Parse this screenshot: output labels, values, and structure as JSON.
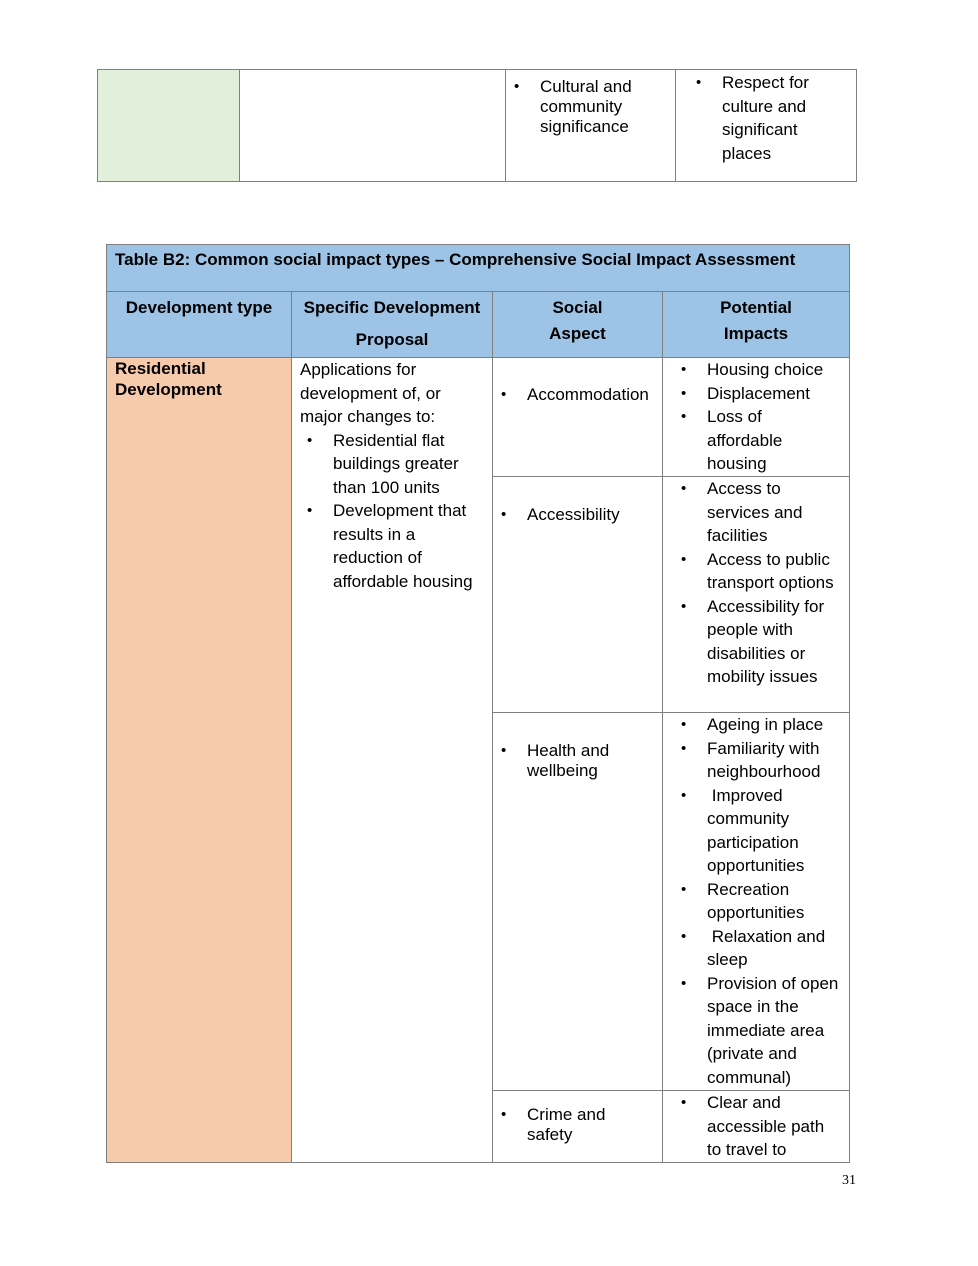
{
  "top_table": {
    "social_aspect": [
      "Cultural and community significance"
    ],
    "potential_impacts": [
      "Respect for culture and significant places"
    ]
  },
  "table_b2": {
    "title": "Table B2: Common social impact types – Comprehensive Social Impact Assessment",
    "headers": {
      "development_type": "Development type",
      "specific_proposal_line1": "Specific Development",
      "specific_proposal_line2": "Proposal",
      "social_aspect_line1": "Social",
      "social_aspect_line2": "Aspect",
      "potential_impacts_line1": "Potential",
      "potential_impacts_line2": "Impacts"
    },
    "development_type": "Residential Development",
    "proposal": {
      "intro": "Applications for development of, or major changes to:",
      "items": [
        "Residential flat buildings greater than 100 units",
        "Development that results in a reduction of affordable housing"
      ]
    },
    "rows": [
      {
        "aspect": "Accommodation",
        "impacts": [
          "Housing choice",
          "Displacement",
          "Loss of affordable housing"
        ]
      },
      {
        "aspect": "Accessibility",
        "impacts": [
          "Access to services and facilities",
          "Access to public transport options",
          "Accessibility for people with disabilities or mobility issues"
        ]
      },
      {
        "aspect": "Health and wellbeing",
        "impacts": [
          "Ageing in place",
          "Familiarity with neighbourhood",
          " Improved community participation opportunities",
          "Recreation opportunities",
          " Relaxation and sleep",
          "Provision of open space in the immediate area (private and communal)"
        ]
      },
      {
        "aspect": "Crime and safety",
        "impacts": [
          "Clear and accessible path to travel to"
        ]
      }
    ]
  },
  "page_number": "31",
  "colors": {
    "header_blue": "#9dc3e6",
    "residential_peach": "#f7caac",
    "green_fill": "#e2efda",
    "border_grey": "#7f7f7f"
  }
}
